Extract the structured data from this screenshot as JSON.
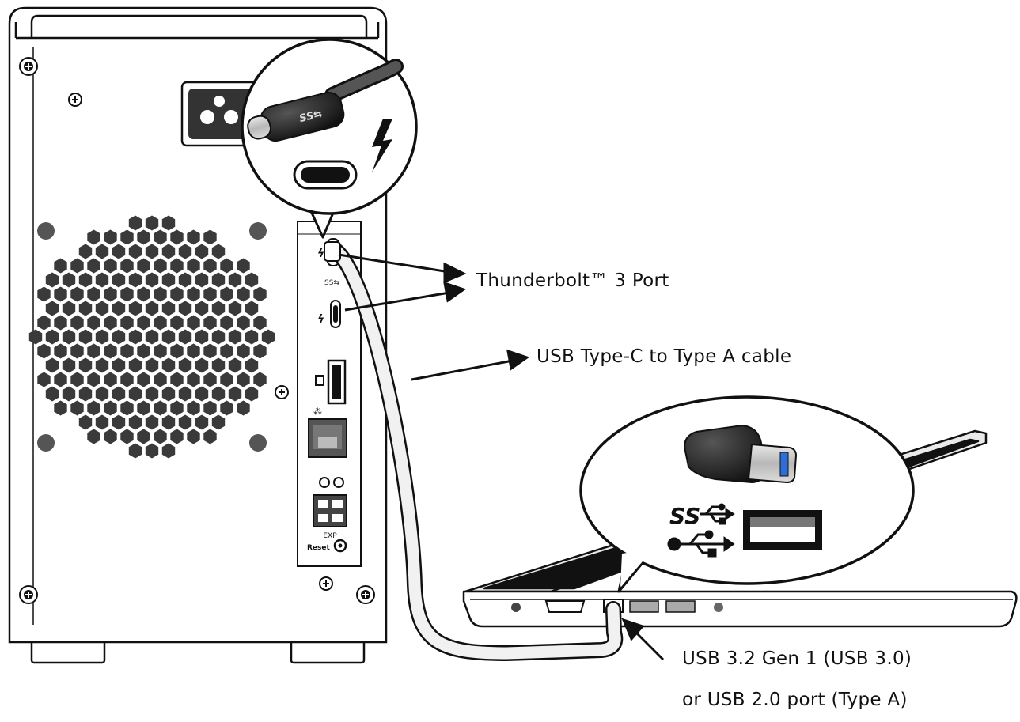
{
  "labels": {
    "thunderbolt_port": "Thunderbolt™ 3 Port",
    "cable": "USB Type-C to Type A cable",
    "host_port_line1": "USB 3.2 Gen 1 (USB 3.0)",
    "host_port_line2": "or USB 2.0 port (Type A)"
  },
  "enclosure_port_labels": {
    "reset": "Reset",
    "expansion": "EXP"
  },
  "icons": {
    "thunderbolt": "thunderbolt-bolt-icon",
    "superspeed_usb": "ss-usb-trident-icon",
    "usb": "usb-trident-icon",
    "displayport": "displayport-icon",
    "network": "network-icon"
  },
  "colors": {
    "line": "#111111",
    "cable_fill": "#f1f1f1",
    "panel_fill": "#ffffff",
    "fan_holes": "#3a3a3a",
    "usb3_blue": "#2d6fd6"
  }
}
